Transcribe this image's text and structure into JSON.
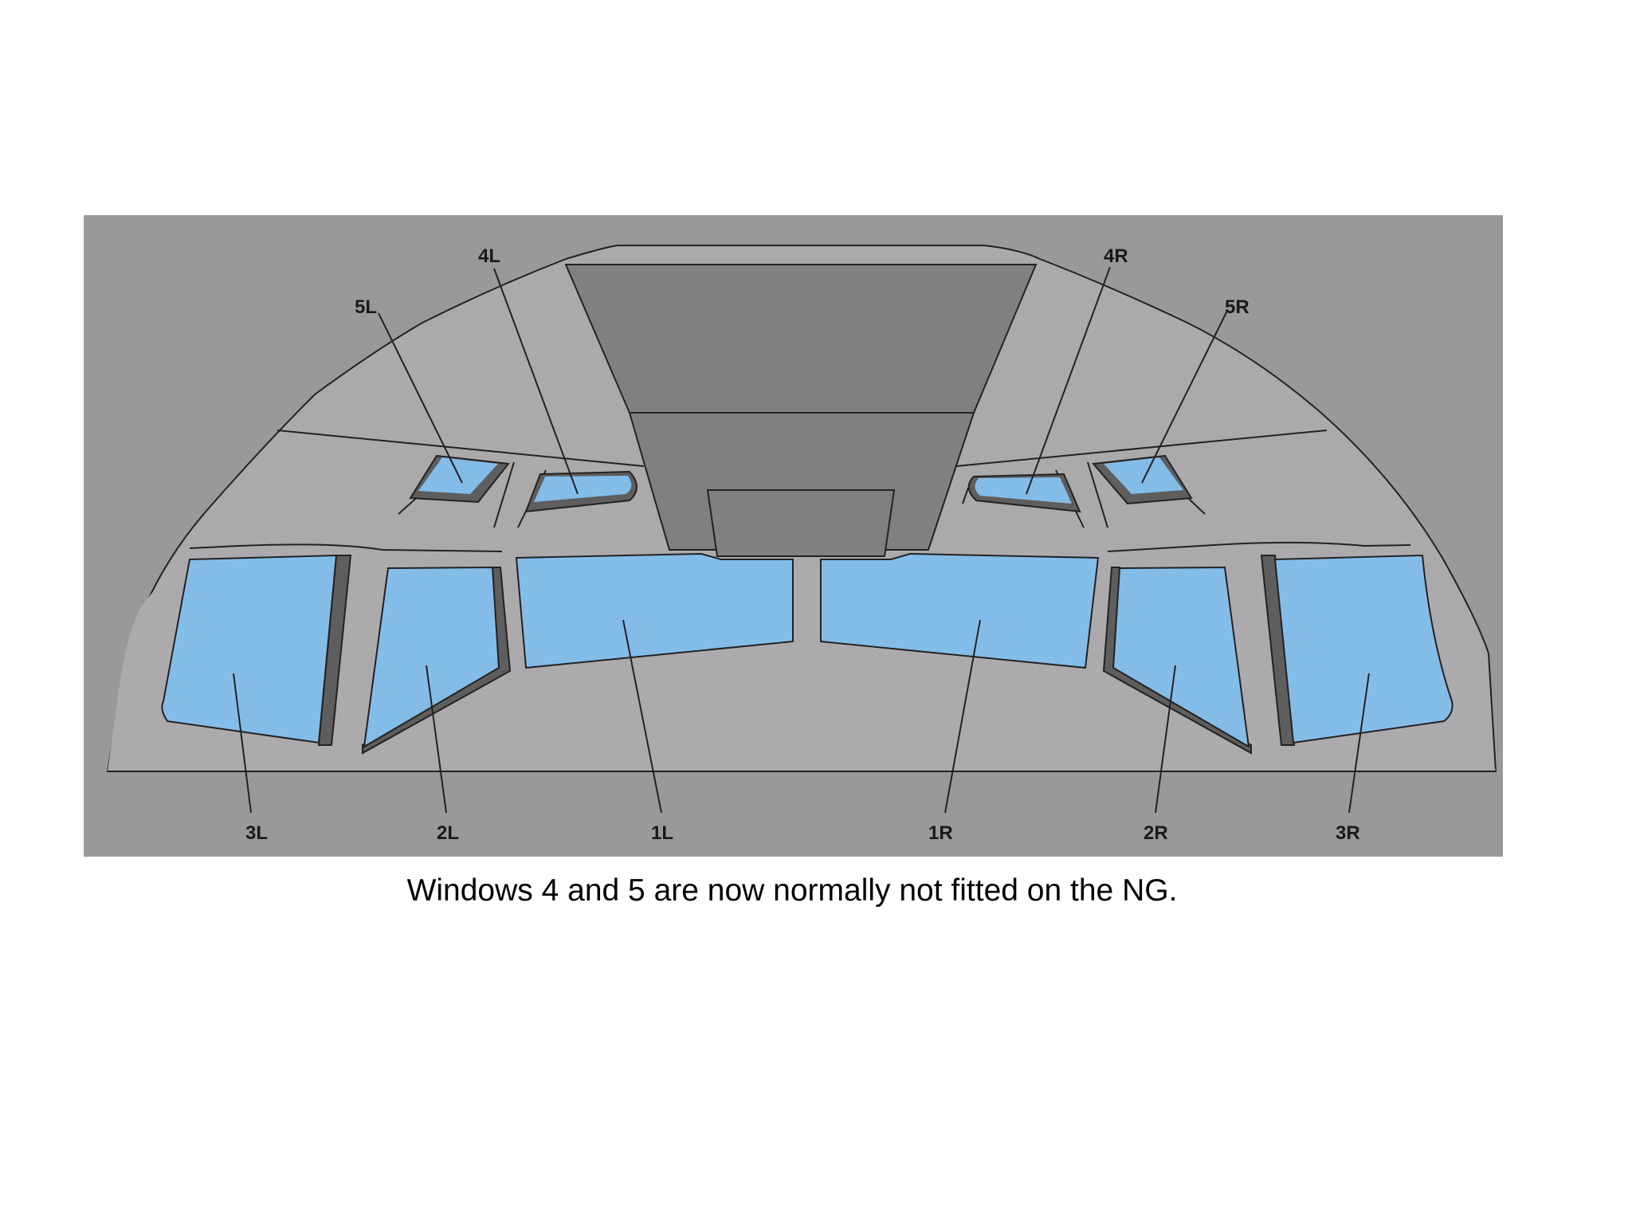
{
  "diagram": {
    "windows": {
      "w5L": "5L",
      "w4L": "4L",
      "w4R": "4R",
      "w5R": "5R",
      "w3L": "3L",
      "w2L": "2L",
      "w1L": "1L",
      "w1R": "1R",
      "w2R": "2R",
      "w3R": "3R"
    }
  },
  "caption": "Windows 4 and 5 are now normally not fitted on the NG.",
  "colors": {
    "background": "#999999",
    "cockpit_upper": "#aaaaaa",
    "cockpit_lower": "#adaaad",
    "overhead_panel": "#808080",
    "glass": "#84bce8",
    "frame_dark": "#5e5e5e"
  }
}
